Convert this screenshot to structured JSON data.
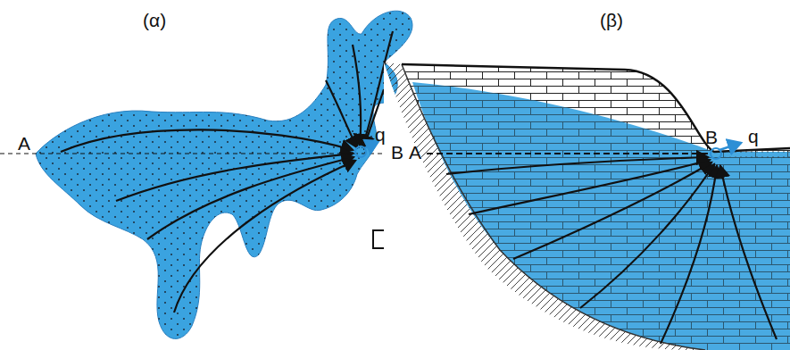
{
  "diagram": {
    "labels": [
      "(α)",
      "(β)",
      "A",
      "q",
      "B",
      "A",
      "B",
      "q"
    ]
  }
}
